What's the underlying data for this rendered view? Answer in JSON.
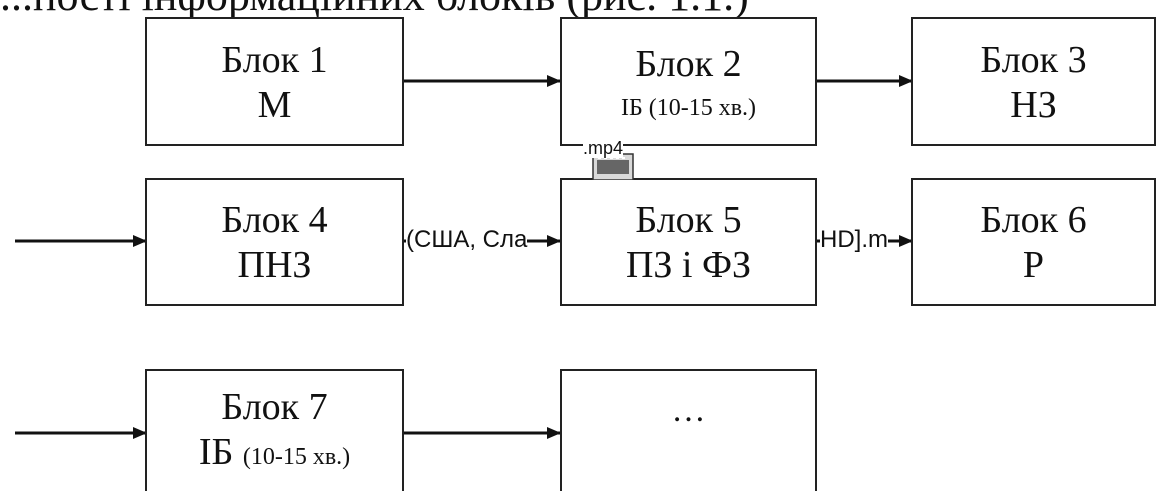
{
  "caption": "...пості інформаційних блоків (рис. 1.1.)",
  "blocks": [
    {
      "id": "b1",
      "title": "Блок 1",
      "sub": "М"
    },
    {
      "id": "b2",
      "title": "Блок 2",
      "sub": "ІБ (10-15 хв.)"
    },
    {
      "id": "b3",
      "title": "Блок 3",
      "sub": "НЗ"
    },
    {
      "id": "b4",
      "title": "Блок 4",
      "sub": "ПНЗ"
    },
    {
      "id": "b5",
      "title": "Блок 5",
      "sub": "ПЗ і ФЗ"
    },
    {
      "id": "b6",
      "title": "Блок 6",
      "sub": "Р"
    },
    {
      "id": "b7",
      "title": "Блок 7",
      "sub_main": "ІБ",
      "sub_small": "(10-15 хв.)"
    },
    {
      "id": "b8",
      "title": "…"
    }
  ],
  "overlays": {
    "file_label": ".mp4",
    "text_left": "(США, Сла",
    "text_right": "HD].m"
  },
  "colors": {
    "line": "#111111",
    "box_border": "#222222",
    "background": "#ffffff"
  }
}
